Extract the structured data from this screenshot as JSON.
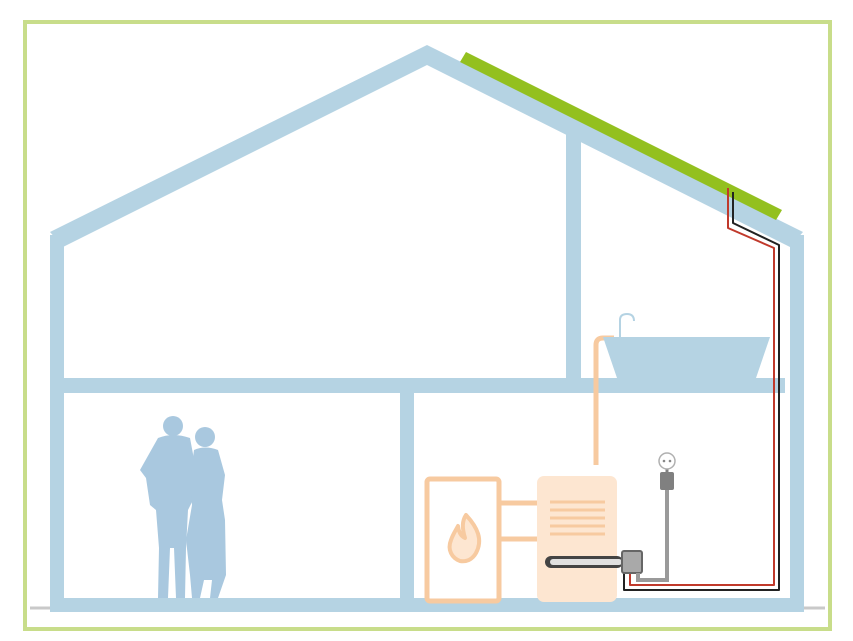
{
  "diagram": {
    "colors": {
      "frame": "#c8dd8a",
      "structure": "#b5d3e3",
      "solar_panel": "#93c01f",
      "heating_pipe": "#f7caa0",
      "heating_unit_fill": "#fde6d1",
      "cable_red": "#c0392b",
      "cable_black": "#222222",
      "cable_gray": "#9a9a9a",
      "ground_line": "#c9c9c9",
      "people": "#a9c8df"
    },
    "components": [
      "house-structure",
      "solar-panel",
      "bathtub",
      "boiler",
      "hot-water-tank",
      "immersion-heater",
      "power-plug",
      "people"
    ],
    "icons": [
      "flame-icon",
      "plug-icon",
      "faucet-icon"
    ]
  }
}
